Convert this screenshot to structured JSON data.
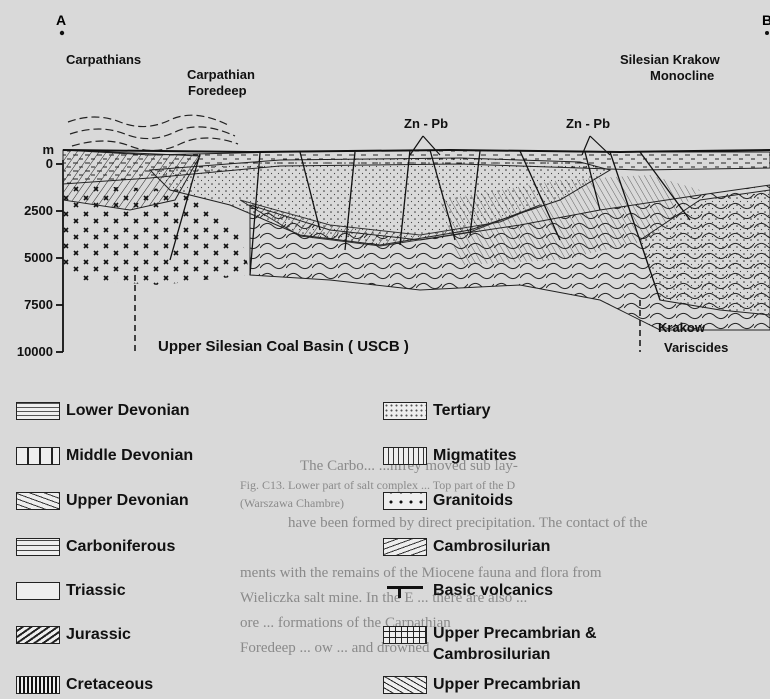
{
  "section": {
    "end_left": "A",
    "end_right": "B",
    "labels": {
      "carpathians": "Carpathians",
      "foredeep_l1": "Carpathian",
      "foredeep_l2": "Foredeep",
      "silesian_l1": "Silesian Krakow",
      "silesian_l2": "Monocline",
      "znpb": "Zn - Pb",
      "usb": "Upper Silesian Coal Basin ( USCB )",
      "krakow_l1": "Krakow",
      "krakow_l2": "Variscides"
    },
    "depth_unit": "m",
    "depth_ticks": [
      "0",
      "2500",
      "5000",
      "7500",
      "10000"
    ]
  },
  "legend_left": [
    {
      "label": "Lower  Devonian",
      "pattern": "lower-devonian"
    },
    {
      "label": "Middle  Devonian",
      "pattern": "middle-devonian"
    },
    {
      "label": "Upper  Devonian",
      "pattern": "upper-devonian"
    },
    {
      "label": "Carboniferous",
      "pattern": "carboniferous"
    },
    {
      "label": "Triassic",
      "pattern": "triassic"
    },
    {
      "label": "Jurassic",
      "pattern": "jurassic"
    },
    {
      "label": "Cretaceous",
      "pattern": "cretaceous"
    }
  ],
  "legend_right": [
    {
      "label": "Tertiary",
      "pattern": "tertiary"
    },
    {
      "label": "Migmatites",
      "pattern": "migmatites"
    },
    {
      "label": "Granitoids",
      "pattern": "granitoids"
    },
    {
      "label": "Cambrosilurian",
      "pattern": "cambrosilurian"
    },
    {
      "label": "Basic volcanics",
      "pattern": "basic-volcanics"
    },
    {
      "label": "Upper Precambrian &\nCambrosilurian",
      "pattern": "upper-precambrian-cambro"
    },
    {
      "label": "Upper Precambrian",
      "pattern": "upper-precambrian"
    }
  ],
  "bleed_through": [
    "The Carbo... ...nfrey moved sub lay-",
    "Fig. C13. Lower part of salt complex ... Top part of the D",
    "(Warszawa Chambre)",
    "have been formed by direct precipitation. The contact of the",
    "ments with the remains of the Miocene fauna and flora from",
    "Wieliczka salt mine. In the E ... there are also ... ",
    "ore ... formations of the Carpathian",
    "Foredeep ... ow ... and drowned"
  ]
}
